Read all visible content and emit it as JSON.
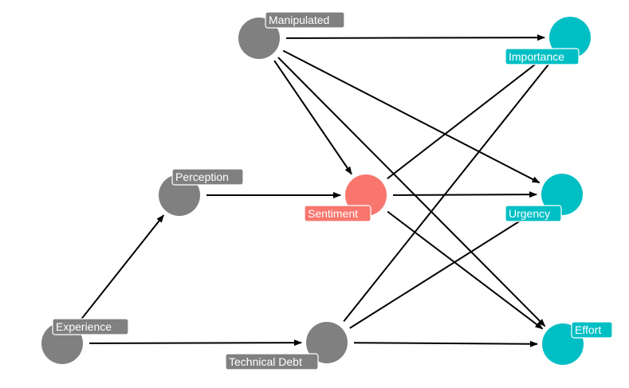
{
  "colors": {
    "exogenous": "#808080",
    "mediator": "#F8766D",
    "outcome": "#00BFC4",
    "edge": "#000000",
    "label_text": "#ffffff",
    "label_border": "#ffffff"
  },
  "nodes": [
    {
      "id": "manipulated",
      "label": "Manipulated",
      "role": "exogenous"
    },
    {
      "id": "importance",
      "label": "Importance",
      "role": "outcome"
    },
    {
      "id": "perception",
      "label": "Perception",
      "role": "exogenous"
    },
    {
      "id": "sentiment",
      "label": "Sentiment",
      "role": "mediator"
    },
    {
      "id": "urgency",
      "label": "Urgency",
      "role": "outcome"
    },
    {
      "id": "experience",
      "label": "Experience",
      "role": "exogenous"
    },
    {
      "id": "technical_debt",
      "label": "Technical Debt",
      "role": "exogenous"
    },
    {
      "id": "effort",
      "label": "Effort",
      "role": "outcome"
    }
  ],
  "edges": [
    {
      "from": "manipulated",
      "to": "importance"
    },
    {
      "from": "manipulated",
      "to": "urgency"
    },
    {
      "from": "manipulated",
      "to": "effort"
    },
    {
      "from": "manipulated",
      "to": "sentiment"
    },
    {
      "from": "perception",
      "to": "sentiment"
    },
    {
      "from": "sentiment",
      "to": "importance"
    },
    {
      "from": "sentiment",
      "to": "urgency"
    },
    {
      "from": "sentiment",
      "to": "effort"
    },
    {
      "from": "experience",
      "to": "perception"
    },
    {
      "from": "experience",
      "to": "technical_debt"
    },
    {
      "from": "technical_debt",
      "to": "importance"
    },
    {
      "from": "technical_debt",
      "to": "urgency"
    },
    {
      "from": "technical_debt",
      "to": "effort"
    }
  ]
}
